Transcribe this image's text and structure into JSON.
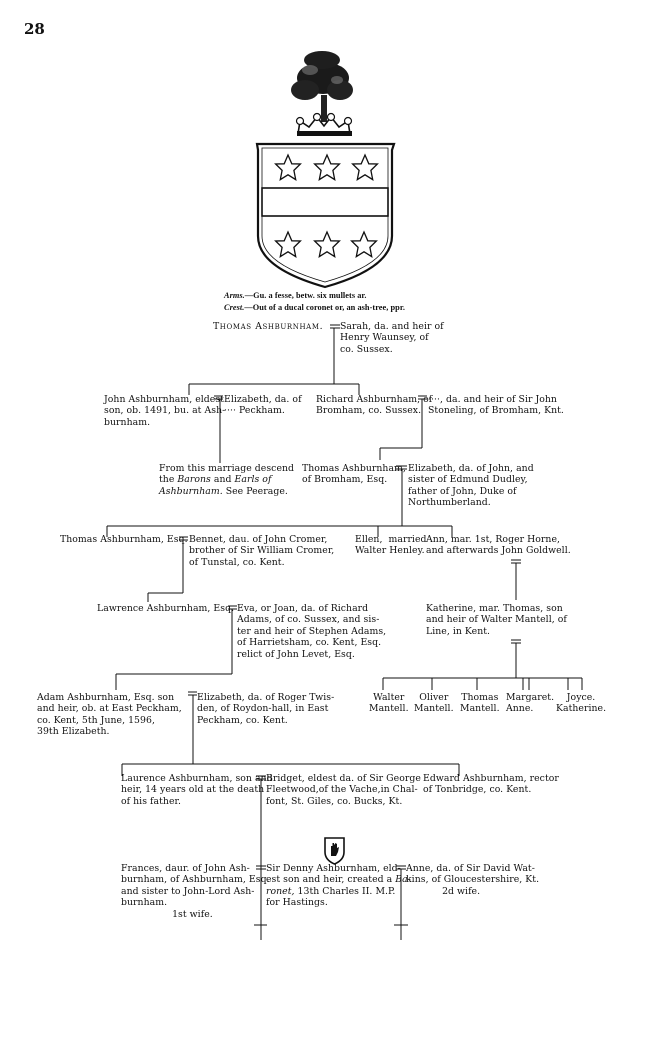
{
  "page_number": "28",
  "arms": {
    "arms_label": "Arms.",
    "arms_text": "—Gu. a fesse, betw. six mullets ar.",
    "crest_label": "Crest.",
    "crest_text": "—Out of a ducal coronet or, an ash-tree, ppr."
  },
  "people": {
    "thomas_sr": {
      "l1": "Thomas Ashburnham."
    },
    "sarah": {
      "l1": "Sarah, da. and heir of",
      "l2": "Henry Waunsey, of",
      "l3": "co. Sussex."
    },
    "john": {
      "l1": "John Ashburnham, eldest",
      "l2": "son, ob. 1491, bu. at Ash-",
      "l3": "burnham."
    },
    "elizabeth_peckham": {
      "l1": "Elizabeth, da. of",
      "l2": "···· Peckham."
    },
    "richard": {
      "l1": "Richard Ashburnham, of",
      "l2": "Bromham, co. Sussex."
    },
    "stoneling_heir": {
      "l1": "····, da. and heir of Sir John",
      "l2": "Stoneling, of Bromham, Knt."
    },
    "descend_note": {
      "l1": "From this marriage descend",
      "l2a": "the ",
      "l2b": "Barons",
      "l2c": " and ",
      "l2d": "Earls of",
      "l3a": "Ashburnham.",
      "l3b": " See Peerage."
    },
    "thomas_bromham": {
      "l1": "Thomas Ashburnham,",
      "l2": "of Bromham, Esq."
    },
    "elizabeth_dudley": {
      "l1": "Elizabeth, da. of John, and",
      "l2": "sister of Edmund Dudley,",
      "l3": "father of John, Duke of",
      "l4": "Northumberland."
    },
    "thomas_esq": {
      "l1": "Thomas Ashburnham, Esq."
    },
    "bennet": {
      "l1": "Bennet, dau. of John Cromer,",
      "l2": "brother of Sir William Cromer,",
      "l3": "of Tunstal, co. Kent."
    },
    "ellen": {
      "l1": "Ellen,  married",
      "l2": "Walter Henley."
    },
    "ann": {
      "l1": "Ann, mar. 1st, Roger Horne,",
      "l2": "and afterwards John Goldwell."
    },
    "lawrence": {
      "l1": "Lawrence Ashburnham, Esq."
    },
    "eva": {
      "l1": "Eva, or Joan, da. of Richard",
      "l2": "Adams, of co. Sussex, and sis-",
      "l3": "ter and heir of Stephen Adams,",
      "l4": "of Harrietsham, co. Kent, Esq.",
      "l5": "relict of John Levet, Esq."
    },
    "katherine_mantell": {
      "l1": "Katherine, mar. Thomas, son",
      "l2": "and heir of Walter Mantell, of",
      "l3": "Line, in Kent."
    },
    "adam": {
      "l1": "Adam Ashburnham, Esq. son",
      "l2": "and heir, ob. at East Peckham,",
      "l3": "co. Kent, 5th June, 1596,",
      "l4": "39th Elizabeth."
    },
    "elizabeth_twisden": {
      "l1": "Elizabeth, da. of Roger Twis-",
      "l2": "den, of Roydon-hall, in East",
      "l3": "Peckham, co. Kent."
    },
    "mantell_children": [
      {
        "l1": "Walter",
        "l2": "Mantell."
      },
      {
        "l1": "Oliver",
        "l2": "Mantell."
      },
      {
        "l1": "Thomas",
        "l2": "Mantell."
      },
      {
        "l1": "Margaret.",
        "l2": "Anne."
      },
      {
        "l1": "Joyce.",
        "l2": "Katherine."
      }
    ],
    "laurence": {
      "l1": "Laurence Ashburnham, son and",
      "l2": "heir, 14 years old at the death",
      "l3": "of his father."
    },
    "bridget": {
      "l1": "Bridget, eldest da. of Sir George",
      "l2": "Fleetwood,of the Vache,in Chal-",
      "l3": "font, St. Giles, co. Bucks, Kt."
    },
    "edward": {
      "l1": "Edward Ashburnham, rector",
      "l2": "of Tonbridge, co. Kent."
    },
    "frances": {
      "l1": "Frances, daur. of John Ash-",
      "l2": "burnham, of Ashburnham, Esq.",
      "l3": "and sister to John-Lord Ash-",
      "l4": "burnham.",
      "l5": "1st wife."
    },
    "denny": {
      "l1": "Sir Denny Ashburnham, eld-",
      "l2a": "est son and heir, created a ",
      "l2b": "Ba-",
      "l3a": "ronet,",
      "l3b": " 13th Charles II. M.P.",
      "l4": "for Hastings."
    },
    "anne_watkins": {
      "l1": "Anne, da. of Sir David Wat-",
      "l2": "kins, of Gloucestershire, Kt.",
      "l3": "2d wife."
    }
  },
  "icons": {
    "arms": "heraldic-shield-icon",
    "crest": "ash-tree-coronet-crest-icon",
    "baronet_badge": "red-hand-badge-icon"
  },
  "colors": {
    "ink": "#111111",
    "paper": "#ffffff"
  }
}
